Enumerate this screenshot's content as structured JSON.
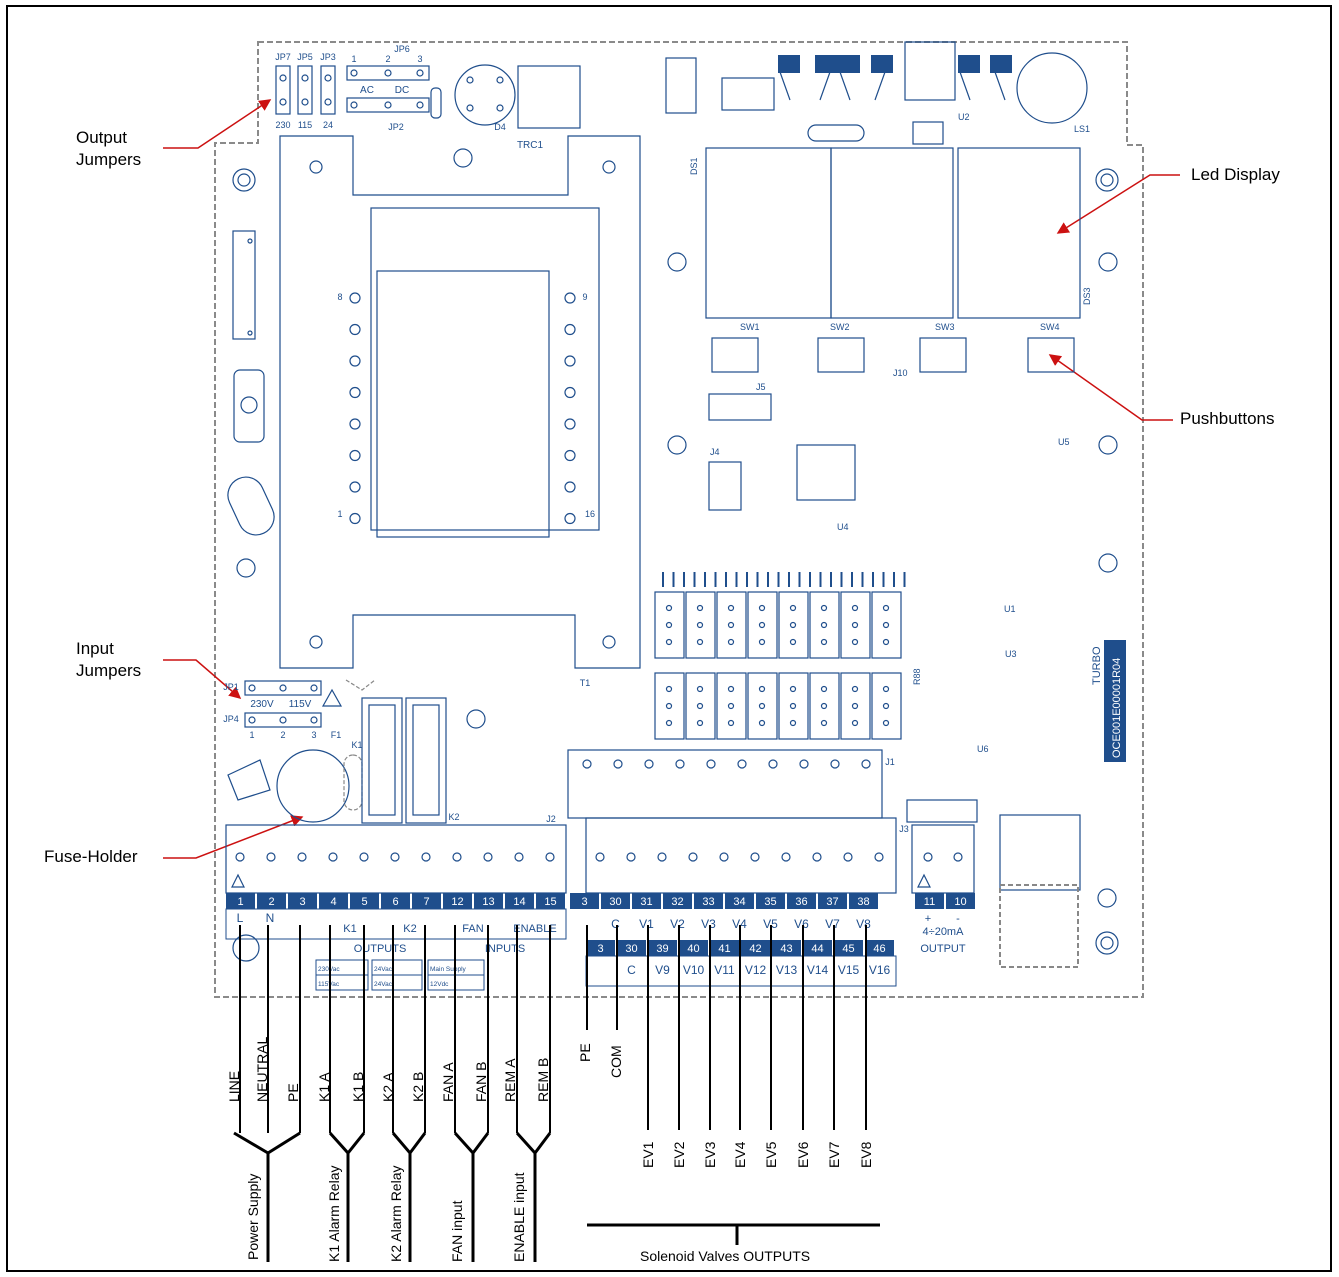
{
  "callouts": {
    "output_jumpers": [
      "Output",
      "Jumpers"
    ],
    "input_jumpers": [
      "Input",
      "Jumpers"
    ],
    "fuse_holder": "Fuse-Holder",
    "led_display": "Led Display",
    "pushbuttons": "Pushbuttons"
  },
  "board": {
    "model_code": "OCE001E00001R04",
    "brand": "TURBO",
    "transformer_ref": "TRC1",
    "jp_top": {
      "jp7": "JP7",
      "jp5": "JP5",
      "jp3": "JP3",
      "jp6": "JP6",
      "jp2": "JP2",
      "v230": "230",
      "v115": "115",
      "v24": "24",
      "ac": "AC",
      "dc": "DC",
      "n1": "1",
      "n2": "2",
      "n3": "3"
    },
    "jp_input": {
      "jp1": "JP1",
      "jp4": "JP4",
      "v230": "230V",
      "v115": "115V",
      "n1": "1",
      "n2": "2",
      "n3": "3",
      "f1": "F1"
    },
    "refs": {
      "ds1": "DS1",
      "ds3": "DS3",
      "sw1": "SW1",
      "sw2": "SW2",
      "sw3": "SW3",
      "sw4": "SW4",
      "j1": "J1",
      "j2": "J2",
      "j3": "J3",
      "j4": "J4",
      "j5": "J5",
      "j10": "J10",
      "u1": "U1",
      "u2": "U2",
      "u3": "U3",
      "u4": "U4",
      "u5": "U5",
      "u6": "U6",
      "ls1": "LS1",
      "d4": "D4",
      "k1": "K1",
      "k2": "K2",
      "t1": "T1",
      "r88": "R88",
      "pin8": "8",
      "pin9": "9",
      "pin1": "1",
      "pin16": "16"
    }
  },
  "terminals_left": {
    "numbers": [
      "1",
      "2",
      "3",
      "4",
      "5",
      "6",
      "7",
      "12",
      "13",
      "14",
      "15"
    ],
    "labels": {
      "l": "L",
      "n": "N",
      "k1": "K1",
      "k2": "K2",
      "fan": "FAN",
      "enable": "ENABLE",
      "outputs": "OUTPUTS",
      "inputs": "INPUTS"
    },
    "ratings": {
      "k1_a": "230Vac",
      "k1_b": "115Vac",
      "k2_a": "24Vac",
      "k2_b": "24Vac",
      "main": "Main Supply",
      "main_v": "12Vdc"
    }
  },
  "terminals_valves": {
    "top_numbers": [
      "3",
      "30",
      "31",
      "32",
      "33",
      "34",
      "35",
      "36",
      "37",
      "38"
    ],
    "top_labels": [
      "",
      "C",
      "V1",
      "V2",
      "V3",
      "V4",
      "V5",
      "V6",
      "V7",
      "V8"
    ],
    "bottom_numbers": [
      "3",
      "30",
      "39",
      "40",
      "41",
      "42",
      "43",
      "44",
      "45",
      "46"
    ],
    "bottom_labels": [
      "",
      "C",
      "V9",
      "V10",
      "V11",
      "V12",
      "V13",
      "V14",
      "V15",
      "V16"
    ]
  },
  "terminals_output": {
    "numbers": [
      "11",
      "10"
    ],
    "plus": "+",
    "minus": "-",
    "range": "4÷20mA",
    "label": "OUTPUT"
  },
  "wires_left": [
    "LINE",
    "NEUTRAL",
    "PE",
    "K1 A",
    "K1 B",
    "K2 A",
    "K2 B",
    "FAN A",
    "FAN B",
    "REM A",
    "REM B"
  ],
  "wires_right": [
    "PE",
    "COM"
  ],
  "wires_ev": [
    "EV1",
    "EV2",
    "EV3",
    "EV4",
    "EV5",
    "EV6",
    "EV7",
    "EV8"
  ],
  "groups": {
    "power_supply": "Power Supply",
    "k1_relay": "K1 Alarm Relay",
    "k2_relay": "K2 Alarm Relay",
    "fan_input": "FAN input",
    "enable_input": "ENABLE input",
    "solenoid": "Solenoid Valves OUTPUTS"
  },
  "colors": {
    "board_blue": "#1f4e8c",
    "terminal_fill": "#1f4e8c",
    "arrow_red": "#cc1111",
    "outline_grey": "#8a8a8a"
  }
}
